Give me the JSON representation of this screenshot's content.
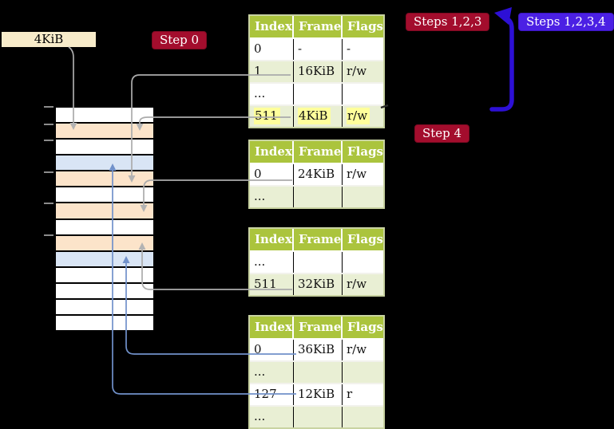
{
  "labels": {
    "frame_size": "4KiB"
  },
  "badges": {
    "step0": "Step 0",
    "steps123": "Steps 1,2,3",
    "steps1234": "Steps 1,2,3,4",
    "step4": "Step 4"
  },
  "tables": {
    "t1": {
      "headers": [
        "Index",
        "Frame",
        "Flags"
      ],
      "rows": [
        {
          "c": [
            "0",
            "-",
            "-"
          ]
        },
        {
          "c": [
            "1",
            "16KiB",
            "r/w"
          ]
        },
        {
          "c": [
            "...",
            "",
            ""
          ]
        },
        {
          "c": [
            "511",
            "4KiB",
            "r/w"
          ],
          "highlight": true
        }
      ]
    },
    "t2": {
      "headers": [
        "Index",
        "Frame",
        "Flags"
      ],
      "rows": [
        {
          "c": [
            "0",
            "24KiB",
            "r/w"
          ]
        },
        {
          "c": [
            "...",
            "",
            ""
          ]
        }
      ]
    },
    "t3": {
      "headers": [
        "Index",
        "Frame",
        "Flags"
      ],
      "rows": [
        {
          "c": [
            "...",
            "",
            ""
          ]
        },
        {
          "c": [
            "511",
            "32KiB",
            "r/w"
          ]
        }
      ]
    },
    "t4": {
      "headers": [
        "Index",
        "Frame",
        "Flags"
      ],
      "rows": [
        {
          "c": [
            "0",
            "36KiB",
            "r/w"
          ]
        },
        {
          "c": [
            "...",
            "",
            ""
          ]
        },
        {
          "c": [
            "127",
            "12KiB",
            "r"
          ]
        },
        {
          "c": [
            "...",
            "",
            ""
          ]
        }
      ]
    }
  },
  "memory": {
    "rows": [
      "white",
      "orange",
      "white",
      "blue",
      "orange",
      "white",
      "orange",
      "white",
      "orange",
      "blue",
      "white",
      "white",
      "white",
      "white"
    ]
  },
  "colors": {
    "background": "#000000",
    "table_header_green": "#abc43d",
    "table_row_shade": "#e9efd4",
    "table_border": "#c9d3a2",
    "highlight_yellow": "#ffff9b",
    "frame_orange": "#fce4ca",
    "frame_blue": "#d9e5f5",
    "label_wheat": "#f8ecca",
    "badge_red": "#a30d2d",
    "badge_blue": "#4b20e4",
    "recursive_arrow_blue": "#2d10d6",
    "connector_gray": "#a9a9a9",
    "connector_blue": "#7191ca"
  }
}
